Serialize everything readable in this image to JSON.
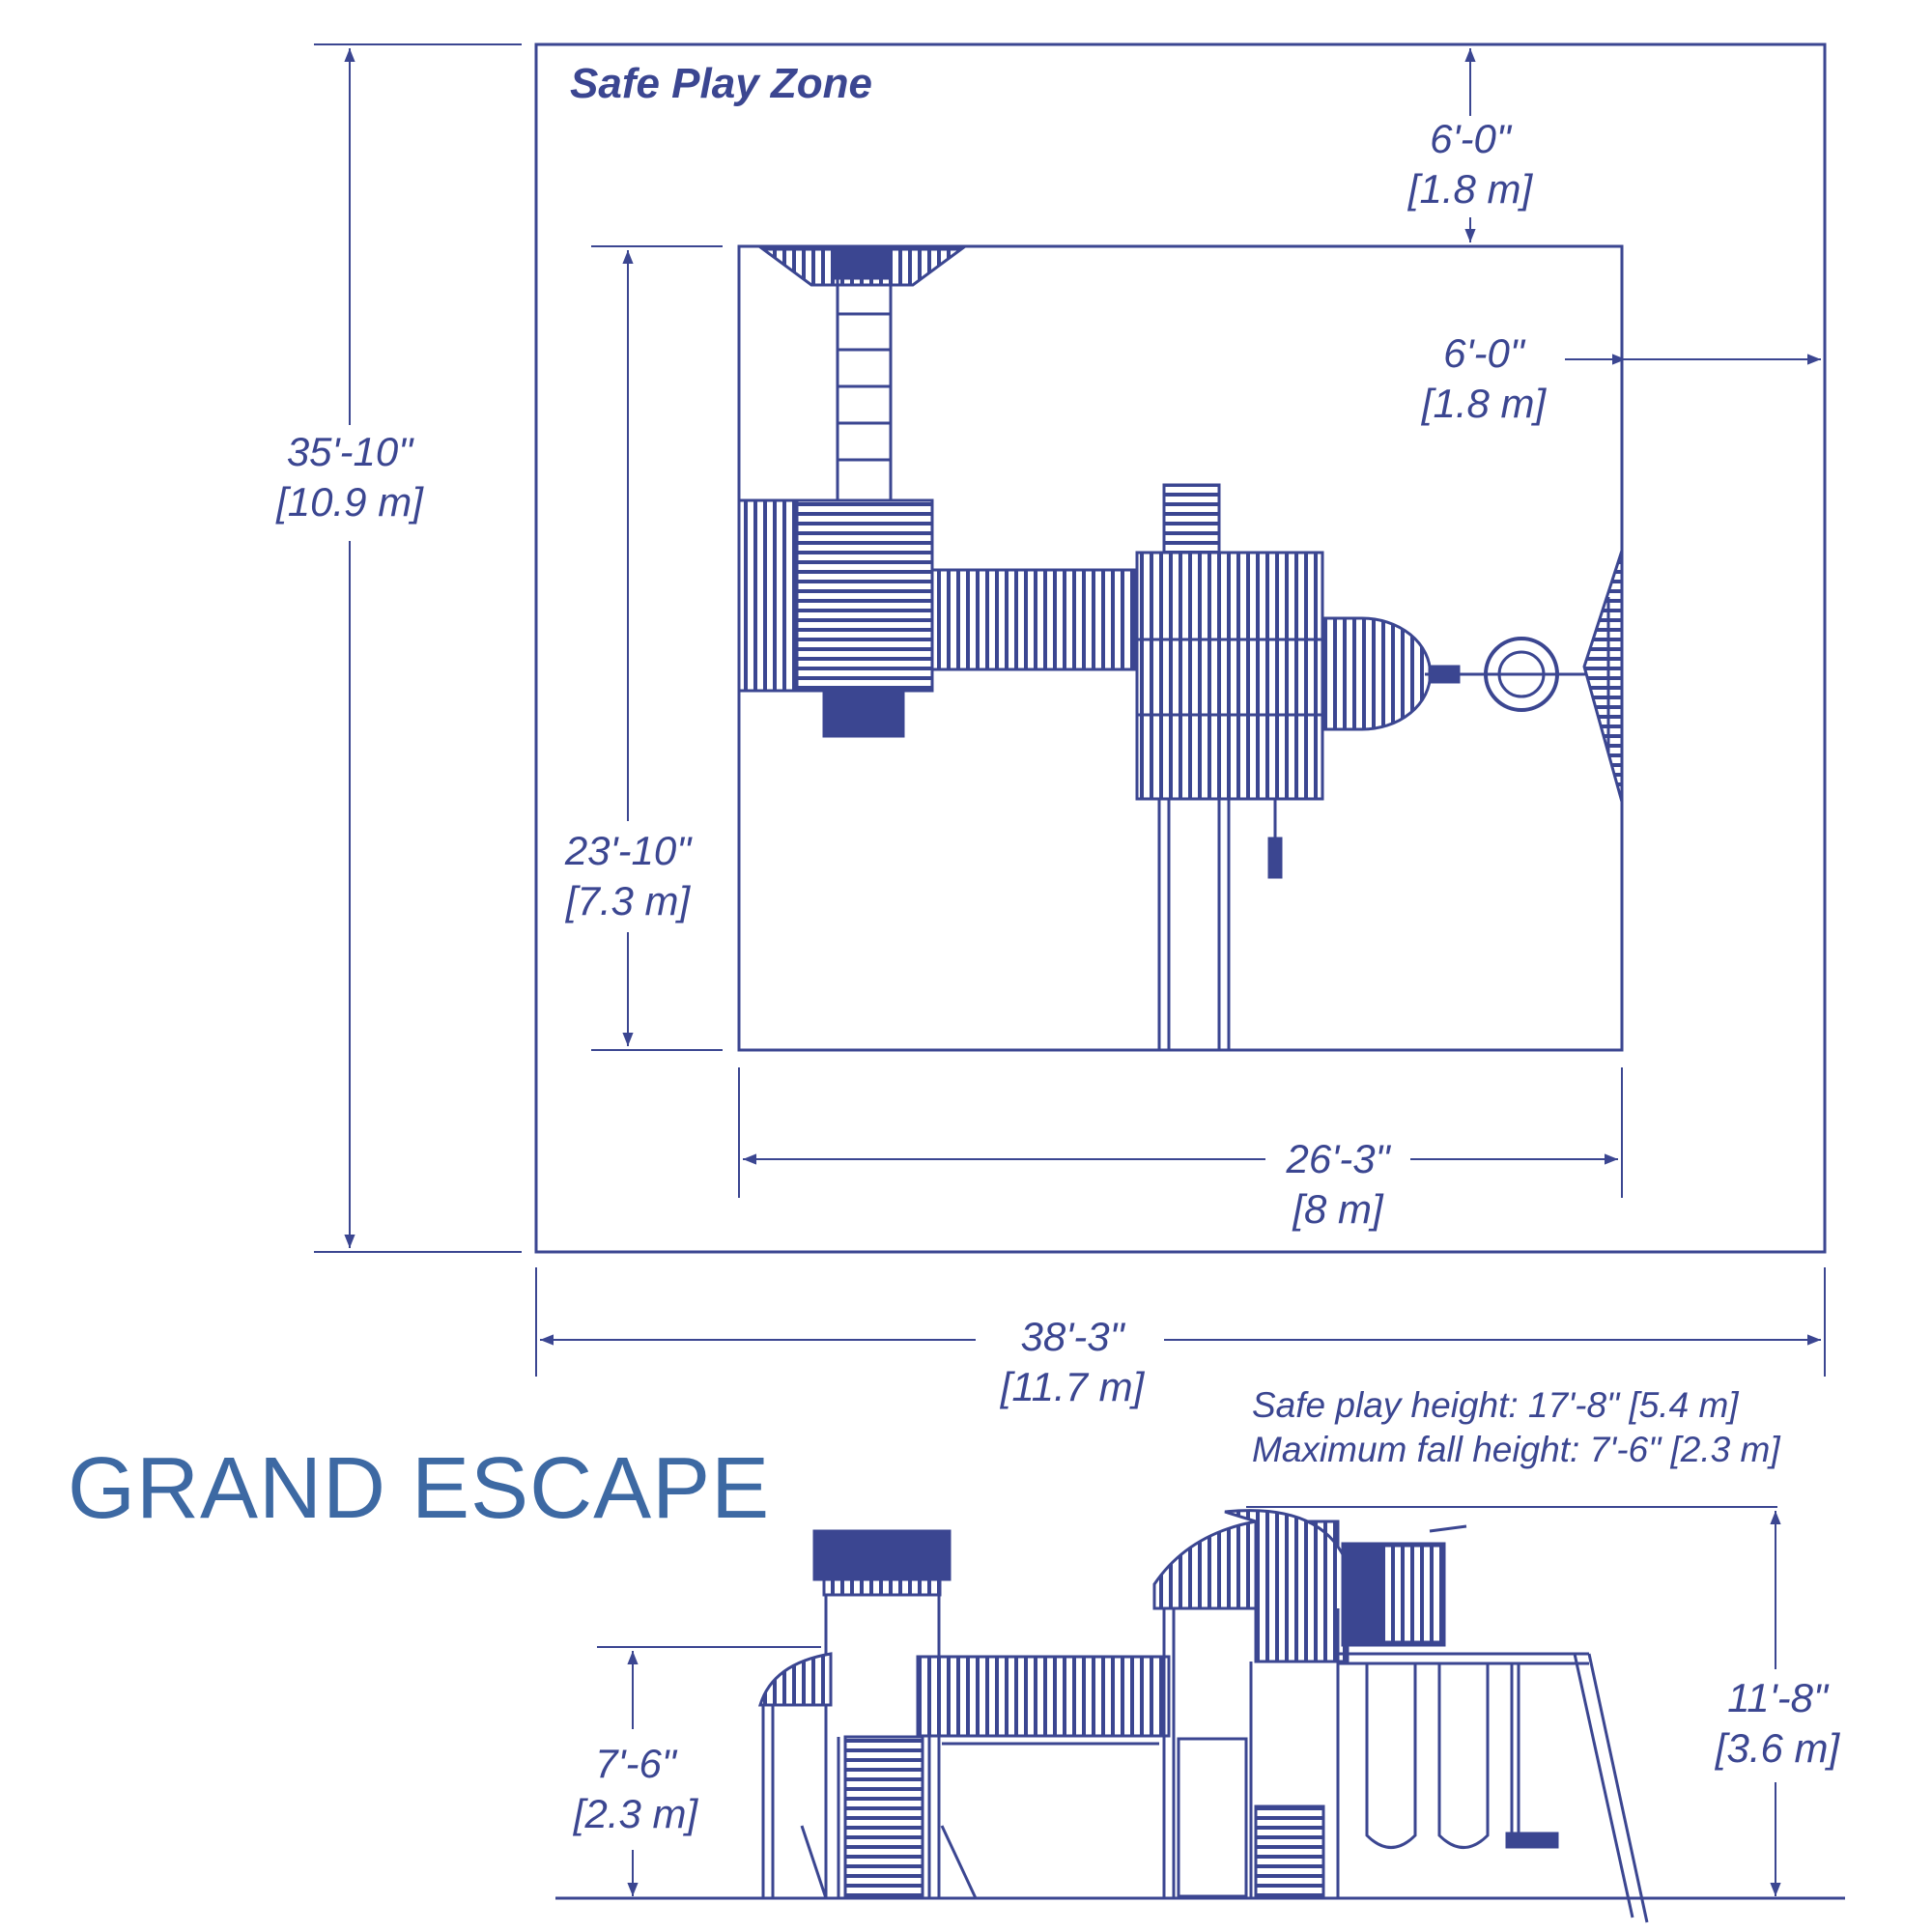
{
  "colors": {
    "line": "#3b4691",
    "title": "#3d69a3",
    "background": "#ffffff"
  },
  "zone": {
    "title": "Safe Play Zone"
  },
  "dimensions": {
    "total_height": {
      "imperial": "35'-10\"",
      "metric": "[10.9 m]"
    },
    "total_width": {
      "imperial": "38'-3\"",
      "metric": "[11.7 m]"
    },
    "top_clearance": {
      "imperial": "6'-0\"",
      "metric": "[1.8 m]"
    },
    "side_clearance": {
      "imperial": "6'-0\"",
      "metric": "[1.8 m]"
    },
    "set_depth": {
      "imperial": "23'-10\"",
      "metric": "[7.3 m]"
    },
    "set_width": {
      "imperial": "26'-3\"",
      "metric": "[8 m]"
    },
    "deck_height": {
      "imperial": "7'-6\"",
      "metric": "[2.3 m]"
    },
    "overall_height": {
      "imperial": "11'-8\"",
      "metric": "[3.6 m]"
    }
  },
  "product": {
    "name": "GRAND ESCAPE"
  },
  "heights": {
    "safe_play": "Safe play height: 17'-8\" [5.4 m]",
    "max_fall": "Maximum fall height: 7'-6\" [2.3 m]"
  }
}
